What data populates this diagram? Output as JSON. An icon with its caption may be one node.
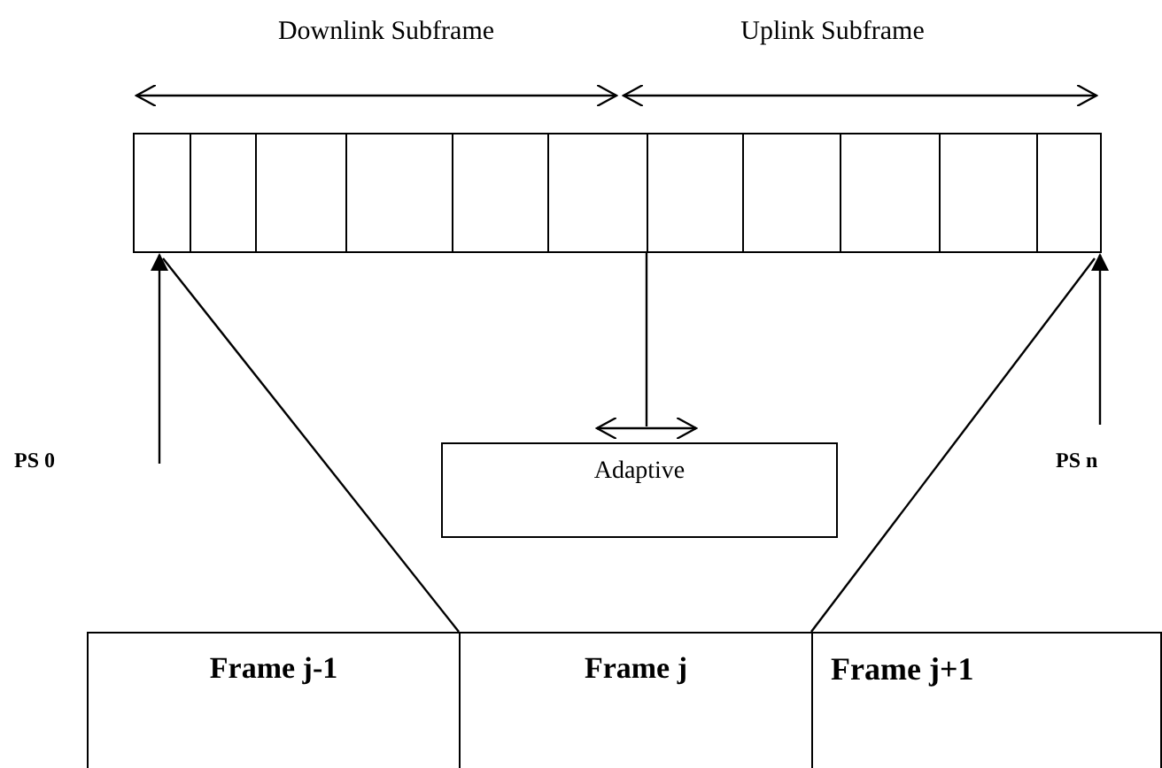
{
  "diagram": {
    "nodes": [
      {
        "text": [],
        "shape": "bar"
      },
      {
        "text": [
          "PS 0"
        ]
      },
      {
        "text": [
          "PS n"
        ]
      },
      {
        "text": [
          "Adaptive"
        ]
      },
      {
        "text": [
          "Frame j-1"
        ]
      },
      {
        "text": [
          "Frame j"
        ]
      },
      {
        "text": [
          "Frame j+1"
        ]
      }
    ],
    "edges": [
      {
        "from": 1,
        "to": 0,
        "arrow": "to"
      },
      {
        "from": 2,
        "to": 0,
        "arrow": "to"
      },
      {
        "from": 0,
        "to": 3,
        "arrow": "none"
      },
      {
        "from": 5,
        "to": 0,
        "arrow": "none"
      },
      {
        "from": 5,
        "to": 0,
        "arrow": "none"
      }
    ],
    "labels": [
      "Downlink Subframe",
      "Uplink Subframe"
    ]
  }
}
